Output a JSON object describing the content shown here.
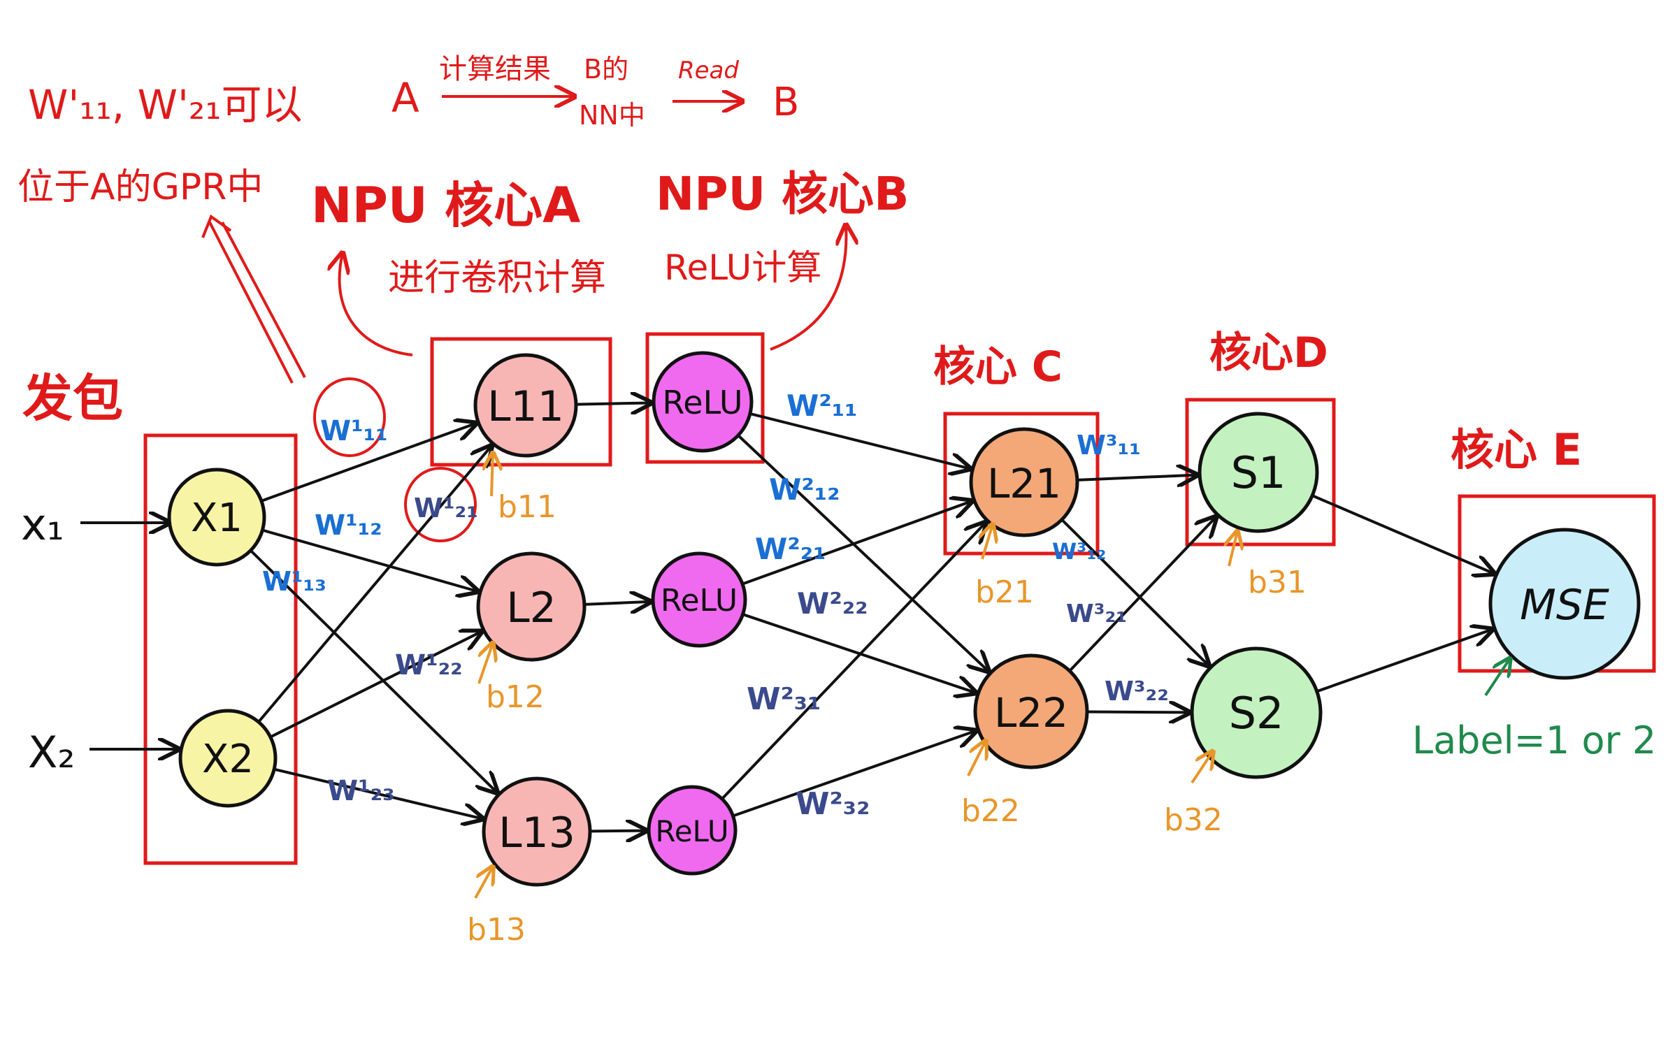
{
  "colors": {
    "red": "#e01a1a",
    "blue": "#1a6fd4",
    "navy": "#3a4a8c",
    "orange": "#e8962a",
    "green": "#1f8a4c",
    "black": "#111111",
    "input_fill": "#f8f4a6",
    "l1_fill": "#f7b6b4",
    "relu_fill": "#f06af0",
    "l2_fill": "#f4a877",
    "s_fill": "#c3f2c0",
    "mse_fill": "#c9eefa"
  },
  "annotations": {
    "w_note_line1": "W'₁₁, W'₂₁可以",
    "w_note_line2": "位于A的GPR中",
    "flow_a": "A",
    "flow_result": "计算结果",
    "flow_b_of": "B的",
    "flow_nn": "NN中",
    "flow_read": "Read",
    "flow_b": "B",
    "core_a": "NPU 核心A",
    "core_a_task": "进行卷积计算",
    "core_b": "NPU 核心B",
    "core_b_task": "ReLU计算",
    "send": "发包",
    "core_c": "核心 C",
    "core_d": "核心D",
    "core_e": "核心 E",
    "label": "Label=1 or 2"
  },
  "inputs": {
    "x1": "x₁",
    "x2": "X₂"
  },
  "nodes": {
    "X1": "X1",
    "X2": "X2",
    "L11": "L11",
    "L12": "L2",
    "L13": "L13",
    "R1": "ReLU",
    "R2": "ReLU",
    "R3": "ReLU",
    "L21": "L21",
    "L22": "L22",
    "S1": "S1",
    "S2": "S2",
    "MSE": "MSE"
  },
  "weights": {
    "w11_1": "W¹₁₁",
    "w21_1": "W¹₂₁",
    "w12_1": "W¹₁₂",
    "w13_1": "W¹₁₃",
    "w22_1": "W¹₂₂",
    "w23_1": "W¹₂₃",
    "w11_2": "W²₁₁",
    "w12_2": "W²₁₂",
    "w21_2": "W²₂₁",
    "w22_2": "W²₂₂",
    "w31_2": "W²₃₁",
    "w32_2": "W²₃₂",
    "w11_3": "W³₁₁",
    "w12_3": "W³₁₂",
    "w21_3": "W³₂₁",
    "w22_3": "W³₂₂"
  },
  "biases": {
    "b11": "b11",
    "b12": "b12",
    "b13": "b13",
    "b21": "b21",
    "b22": "b22",
    "b31": "b31",
    "b32": "b32"
  }
}
